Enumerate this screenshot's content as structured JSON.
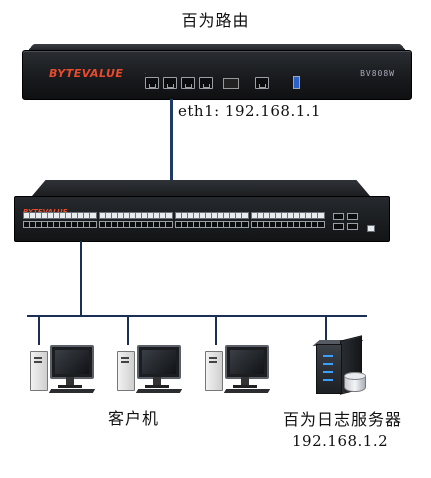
{
  "router": {
    "title": "百为路由",
    "brand": "BYTEVALUE",
    "model": "BV808W",
    "link_label": "eth1: 192.168.1.1"
  },
  "switch": {
    "brand": "BYTEVALUE"
  },
  "clients": {
    "label": "客户机"
  },
  "log_server": {
    "label": "百为日志服务器",
    "ip": "192.168.1.2"
  },
  "colors": {
    "cable": "#1f3a66",
    "brand": "#e94b2b",
    "device_body": "#17191c"
  },
  "icons": [
    "router-icon",
    "switch-icon",
    "desktop-pc-icon",
    "server-icon",
    "database-icon"
  ]
}
